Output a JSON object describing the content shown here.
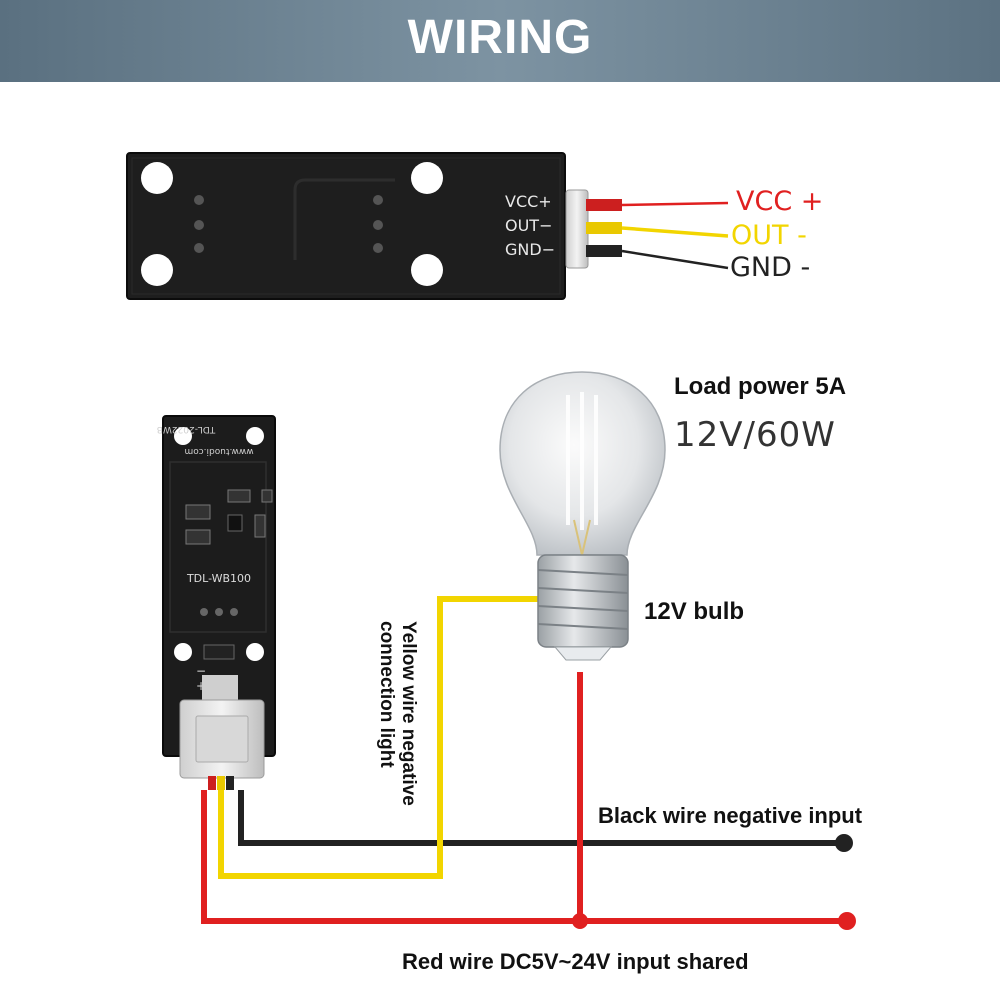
{
  "header": {
    "title": "WIRING"
  },
  "top_module": {
    "pin_labels": [
      "VCC+",
      "OUT−",
      "GND−"
    ],
    "wire_labels": {
      "vcc": "VCC +",
      "out": "OUT -",
      "gnd": "GND -"
    }
  },
  "bottom_module": {
    "silkscreen_top": "TDL-2022WB",
    "silkscreen_url": "www.tuodi.com",
    "model": "TDL-WB100",
    "pin_marks": [
      "−",
      "+"
    ]
  },
  "bulb": {
    "load_title": "Load power 5A",
    "rating": "12V/60W",
    "label": "12V bulb"
  },
  "annotations": {
    "yellow_line1": "Yellow wire negative",
    "yellow_line2": "connection light",
    "black_wire": "Black wire negative input",
    "red_wire": "Red wire DC5V~24V input shared"
  },
  "colors": {
    "red": "#e02020",
    "yellow": "#f2d500",
    "black": "#222222",
    "pcb": "#1c1c1c"
  }
}
